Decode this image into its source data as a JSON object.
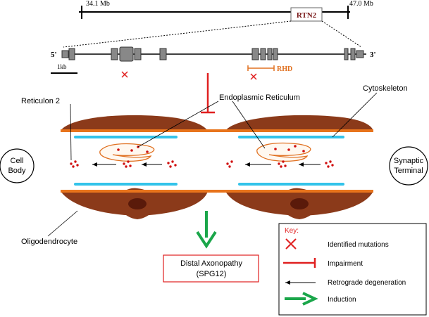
{
  "chromosome": {
    "left_coord": "34.1 Mb",
    "right_coord": "47.0 Mb",
    "gene": "RTN2"
  },
  "gene_map": {
    "five_prime": "5'",
    "three_prime": "3'",
    "scale": "1kb",
    "domain": "RHD"
  },
  "labels": {
    "reticulon": "Reticulon 2",
    "er": "Endoplasmic Reticulum",
    "cytoskeleton": "Cytoskeleton",
    "cell_body_line1": "Cell",
    "cell_body_line2": "Body",
    "synaptic_line1": "Synaptic",
    "synaptic_line2": "Terminal",
    "oligodendrocyte": "Oligodendrocyte",
    "outcome_line1": "Distal Axonopathy",
    "outcome_line2": "(SPG12)"
  },
  "key": {
    "title": "Key:",
    "items": [
      {
        "label": "Identified mutations",
        "icon": "red-x-icon"
      },
      {
        "label": "Impairment",
        "icon": "red-t-bar-icon"
      },
      {
        "label": "Retrograde degeneration",
        "icon": "black-arrow-icon"
      },
      {
        "label": "Induction",
        "icon": "green-arrow-icon"
      }
    ]
  },
  "colors": {
    "red": "#e02020",
    "orange": "#e07020",
    "axon": "#e8741c",
    "myelin": "#8b3a1a",
    "nucleus": "#5a1a0a",
    "cytoskeleton": "#33c3ea",
    "green": "#1aa64a"
  }
}
